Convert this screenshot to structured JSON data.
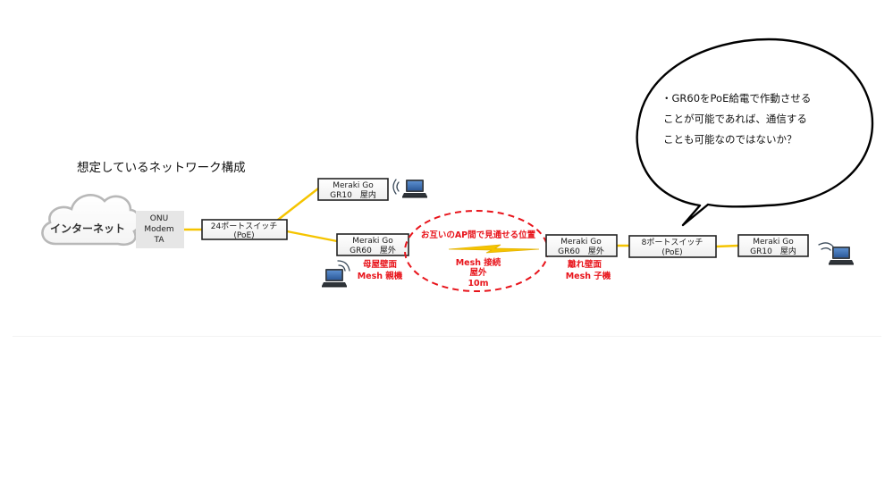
{
  "title": "想定しているネットワーク構成",
  "cloud": {
    "label": "インターネット"
  },
  "onu_box": {
    "lines": [
      "ONU",
      "Modem",
      "TA"
    ]
  },
  "switch24": {
    "line1": "24ポートスイッチ",
    "line2": "(PoE)"
  },
  "gr10_top": {
    "line1": "Meraki Go",
    "line2": "GR10　屋内"
  },
  "gr60_left": {
    "line1": "Meraki Go",
    "line2": "GR60　屋外"
  },
  "gr60_left_caption": {
    "line1": "母屋壁面",
    "line2": "Mesh 親機"
  },
  "mesh_area": {
    "heading": "お互いのAP間で見通せる位置",
    "line1": "Mesh 接続",
    "line2": "屋外",
    "line3": "10m"
  },
  "gr60_right": {
    "line1": "Meraki Go",
    "line2": "GR60　屋外"
  },
  "gr60_right_caption": {
    "line1": "離れ壁面",
    "line2": "Mesh 子機"
  },
  "switch8": {
    "line1": "8ポートスイッチ",
    "line2": "(PoE)"
  },
  "gr10_right": {
    "line1": "Meraki Go",
    "line2": "GR10　屋内"
  },
  "speech_bubble": {
    "line1": "・GR60をPoE給電で作動させる",
    "line2": "ことが可能であれば、通信する",
    "line3": "ことも可能なのではないか？"
  },
  "colors": {
    "cable": "#f5c400",
    "mesh_red": "#e8141b",
    "laptop_screen": "#3f6fae",
    "wifi_waves": "#3a4a5a",
    "box_border": "#222222",
    "onu_fill": "#e6e6e6"
  }
}
